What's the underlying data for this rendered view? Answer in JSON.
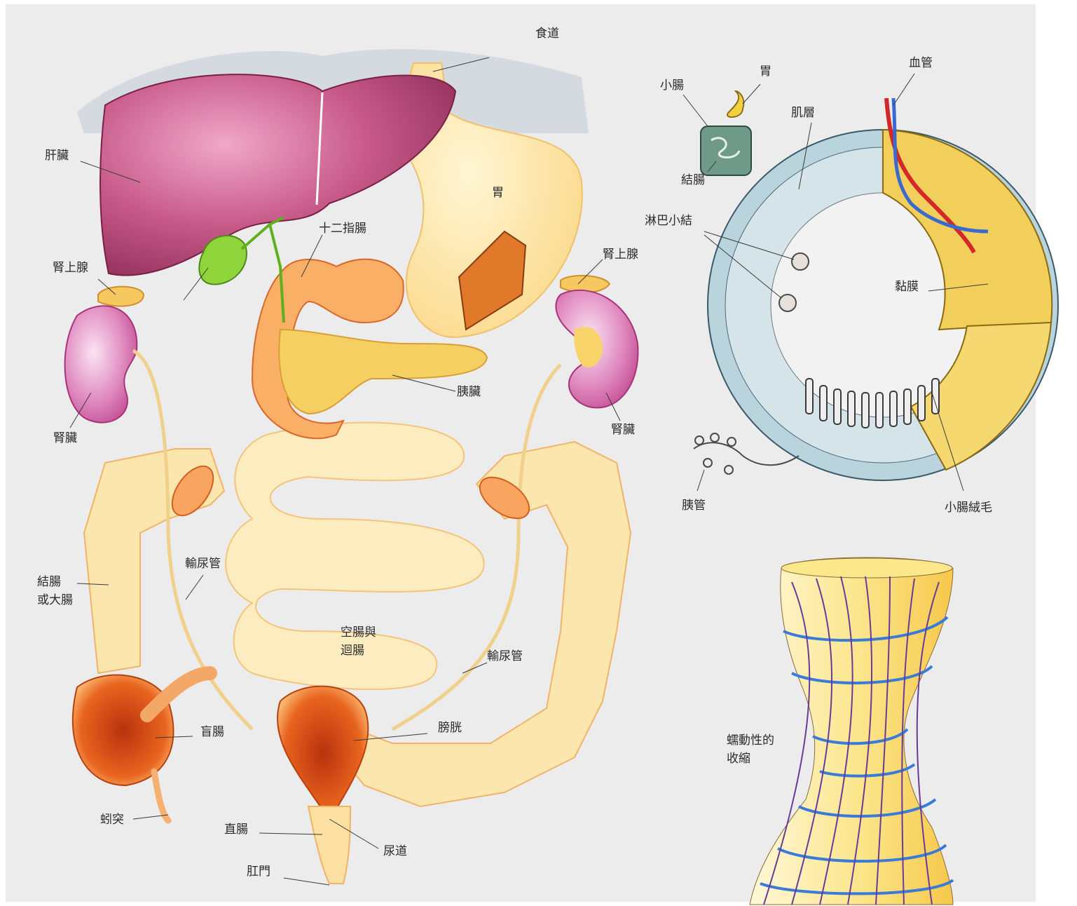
{
  "colors": {
    "background": "#ececec",
    "liver": "#b8406e",
    "gallbladder": "#8fd43a",
    "digestive_tract": "#fbe2a0",
    "kidney": "#d878b4",
    "cecum_bladder": "#e8531c",
    "villi_section": "#f2cf5a",
    "intestine_wall_section": "#b9d4dc",
    "artery": "#d42828",
    "vein": "#3a6ad0",
    "peristalsis_rings": "#3a7ad8",
    "peristalsis_strands": "#6a3a9a"
  },
  "labels": {
    "esophagus": "食道",
    "stomach": "胃",
    "liver": "肝臟",
    "duodenum": "十二指腸",
    "adrenal_left": "腎上腺",
    "adrenal_right": "腎上腺",
    "pancreas": "胰臟",
    "kidney_left": "腎臟",
    "kidney_right": "腎臟",
    "ureter_left": "輸尿管",
    "ureter_right": "輸尿管",
    "colon_line1": "結腸",
    "colon_line2": "或大腸",
    "jejunum_line1": "空腸與",
    "jejunum_line2": "迴腸",
    "cecum": "盲腸",
    "bladder": "膀胱",
    "appendix": "蚓突",
    "rectum": "直腸",
    "urethra": "尿道",
    "anus": "肛門"
  },
  "section_labels": {
    "stomach": "胃",
    "small_intestine": "小腸",
    "large_intestine": "結腸",
    "blood_vessel": "血管",
    "muscle_layer": "肌層",
    "lymph_nodule": "淋巴小結",
    "mucosa": "黏膜",
    "pancreatic_duct": "胰管",
    "villi": "小腸絨毛"
  },
  "peristalsis": {
    "line1": "蠕動性的",
    "line2": "收縮"
  }
}
